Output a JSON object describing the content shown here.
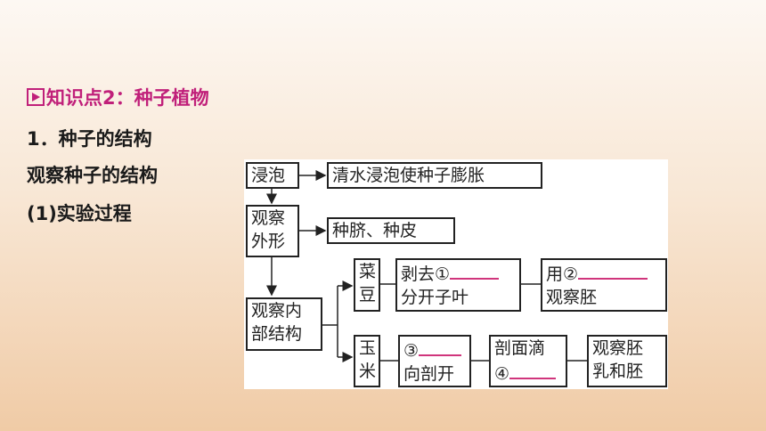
{
  "heading": {
    "text": "知识点2：种子植物",
    "icon": "play-icon",
    "color": "#c0207a"
  },
  "lines": {
    "l1": "1．种子的结构",
    "l2": "观察种子的结构",
    "l3": "(1)实验过程"
  },
  "diagram": {
    "soak": "浸泡",
    "soak_desc": "清水浸泡使种子膨胀",
    "observe_outer_1": "观察",
    "observe_outer_2": "外形",
    "outer_result": "种脐、种皮",
    "observe_inner_1": "观察内",
    "observe_inner_2": "部结构",
    "bean_1": "菜",
    "bean_2": "豆",
    "bean_step1_1": "剥去①",
    "bean_step1_2": "分开子叶",
    "bean_step2_1": "用②",
    "bean_step2_2": "观察胚",
    "corn_1": "玉",
    "corn_2": "米",
    "corn_step1_1": "③",
    "corn_step1_2": "向剖开",
    "corn_step2_1": "剖面滴",
    "corn_step2_2": "④",
    "corn_step3_1": "观察胚",
    "corn_step3_2": "乳和胚"
  }
}
